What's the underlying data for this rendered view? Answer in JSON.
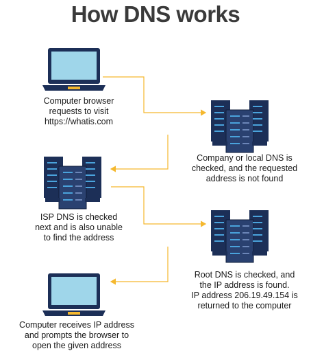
{
  "title": "How DNS works",
  "steps": [
    {
      "lines": [
        "Computer browser",
        "requests to visit",
        "https://whatis.com"
      ]
    },
    {
      "lines": [
        "Company or local DNS is",
        "checked, and the requested",
        "address is not found"
      ]
    },
    {
      "lines": [
        "ISP DNS is checked",
        "next and is also unable",
        "to find the address"
      ]
    },
    {
      "lines": [
        "Root DNS is checked, and",
        "the IP address is found.",
        "IP address 206.19.49.154 is",
        "returned to the computer"
      ]
    },
    {
      "lines": [
        "Computer receives IP address",
        "and prompts the browser to",
        "open the given address"
      ]
    }
  ],
  "colors": {
    "connector": "#f5b82e",
    "server_dark": "#1c2f57",
    "server_mid": "#2a4170",
    "server_accent": "#4aa3dc",
    "laptop_screen": "#9fd6ea",
    "laptop_body": "#1c2f57",
    "laptop_pad": "#f5b82e"
  },
  "icons": [
    "laptop-icon",
    "server-icon",
    "server-icon",
    "server-icon",
    "laptop-icon"
  ]
}
